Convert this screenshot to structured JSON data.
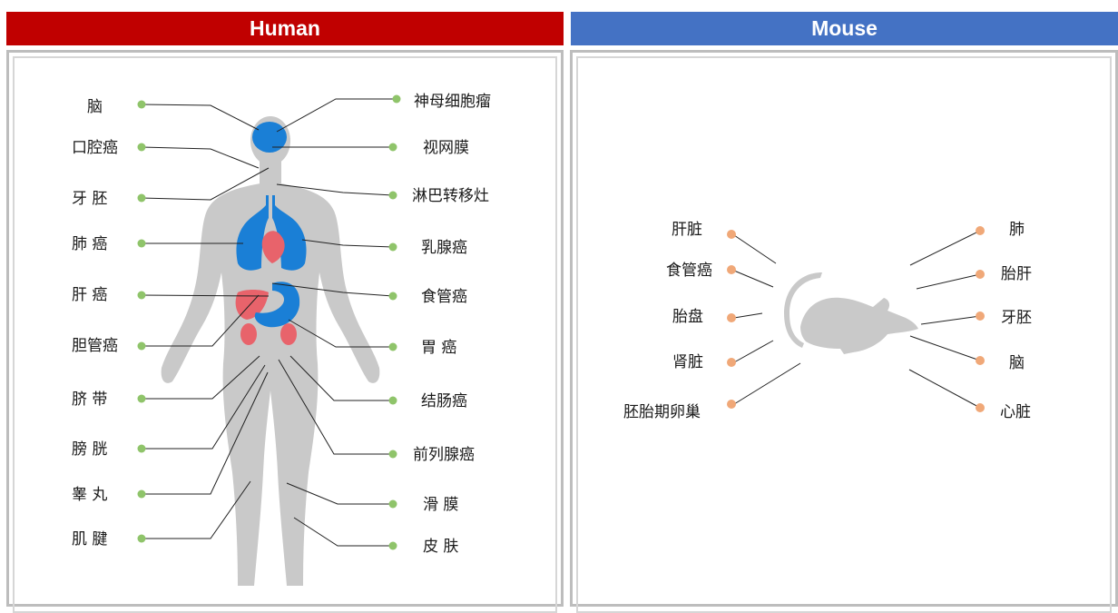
{
  "headers": {
    "human": "Human",
    "mouse": "Mouse"
  },
  "colors": {
    "human_header": "#c00000",
    "mouse_header": "#4472c4",
    "organ_blue": "#1a7fd6",
    "organ_red": "#e8636b",
    "body_gray": "#c8c8c8",
    "human_dot": "#8fc46a",
    "mouse_dot": "#f0a878"
  },
  "human": {
    "left_labels": [
      "脑",
      "口腔癌",
      "牙 胚",
      "肺 癌",
      "肝 癌",
      "胆管癌",
      "脐 带",
      "膀 胱",
      "睾 丸",
      "肌 腱"
    ],
    "right_labels": [
      "神母细胞瘤",
      "视网膜",
      "淋巴转移灶",
      "乳腺癌",
      "食管癌",
      "胃 癌",
      "结肠癌",
      "前列腺癌",
      "滑 膜",
      "皮 肤"
    ]
  },
  "mouse": {
    "left_labels": [
      "肝脏",
      "食管癌",
      "胎盘",
      "肾脏",
      "胚胎期卵巢"
    ],
    "right_labels": [
      "肺",
      "胎肝",
      "牙胚",
      "脑",
      "心脏"
    ]
  }
}
